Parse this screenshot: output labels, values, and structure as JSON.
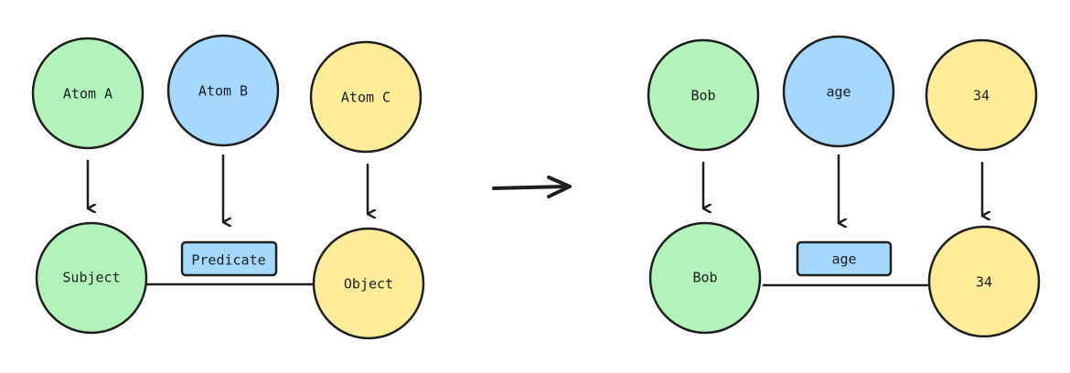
{
  "colors": {
    "stroke": "#1e1e1e",
    "green": "#b2f2bb",
    "blue": "#a5d8ff",
    "yellow": "#ffec99"
  },
  "left": {
    "atoms": [
      {
        "label": "Atom A",
        "color": "green"
      },
      {
        "label": "Atom B",
        "color": "blue"
      },
      {
        "label": "Atom C",
        "color": "yellow"
      }
    ],
    "subject": {
      "label": "Subject",
      "color": "green"
    },
    "predicate": {
      "label": "Predicate",
      "color": "blue"
    },
    "object": {
      "label": "Object",
      "color": "yellow"
    }
  },
  "right": {
    "atoms": [
      {
        "label": "Bob",
        "color": "green"
      },
      {
        "label": "age",
        "color": "blue"
      },
      {
        "label": "34",
        "color": "yellow"
      }
    ],
    "subject": {
      "label": "Bob",
      "color": "green"
    },
    "predicate": {
      "label": "age",
      "color": "blue"
    },
    "object": {
      "label": "34",
      "color": "yellow"
    }
  }
}
